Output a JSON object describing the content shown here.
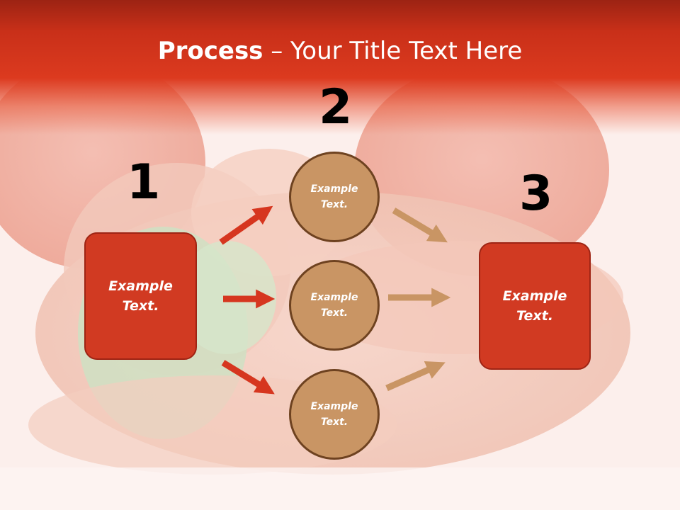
{
  "title": {
    "bold": "Process",
    "rest": " – Your Title Text Here"
  },
  "steps": {
    "one": "1",
    "two": "2",
    "three": "3"
  },
  "left_box": {
    "line1": "Example",
    "line2": "Text."
  },
  "circles": [
    {
      "line1": "Example",
      "line2": "Text."
    },
    {
      "line1": "Example",
      "line2": "Text."
    },
    {
      "line1": "Example",
      "line2": "Text."
    }
  ],
  "right_box": {
    "line1": "Example",
    "line2": "Text."
  },
  "colors": {
    "red_box": "#d13a22",
    "circle_fill": "#c99564",
    "red_arrow": "#d6361f",
    "tan_arrow": "#c99564",
    "header": "#c93019"
  }
}
